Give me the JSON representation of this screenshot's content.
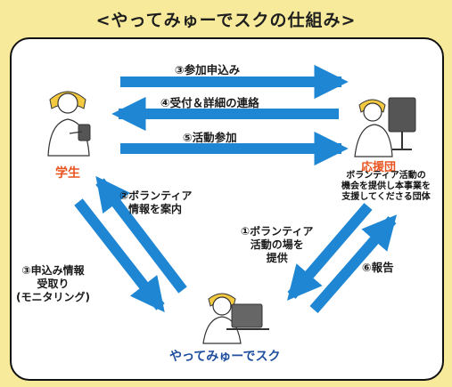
{
  "title": "<やってみゅーでスクの仕組み>",
  "actors": {
    "student": "学生",
    "supporter": "応援団",
    "organization": "やってみゅーでスク"
  },
  "supporter_description": [
    "ボランティア活動の",
    "機会を提供し本事業を",
    "支援してくださる団体"
  ],
  "flows": {
    "apply": "③参加申込み",
    "reception": "④受付＆詳細の連絡",
    "participation": "⑤活動参加",
    "volunteer_info": [
      "②ボランティア",
      "情報を案内"
    ],
    "provide_place": [
      "①ボランティア",
      "活動の場を",
      "提供"
    ],
    "receive_application": [
      "③申込み情報",
      "受取り",
      "(モニタリング)"
    ],
    "report": "⑥報告"
  },
  "colors": {
    "arrow": "#1f86d4",
    "background": "#f7eb9b",
    "actor_label": "#e8531e",
    "organization_label": "#1f4e9e"
  }
}
